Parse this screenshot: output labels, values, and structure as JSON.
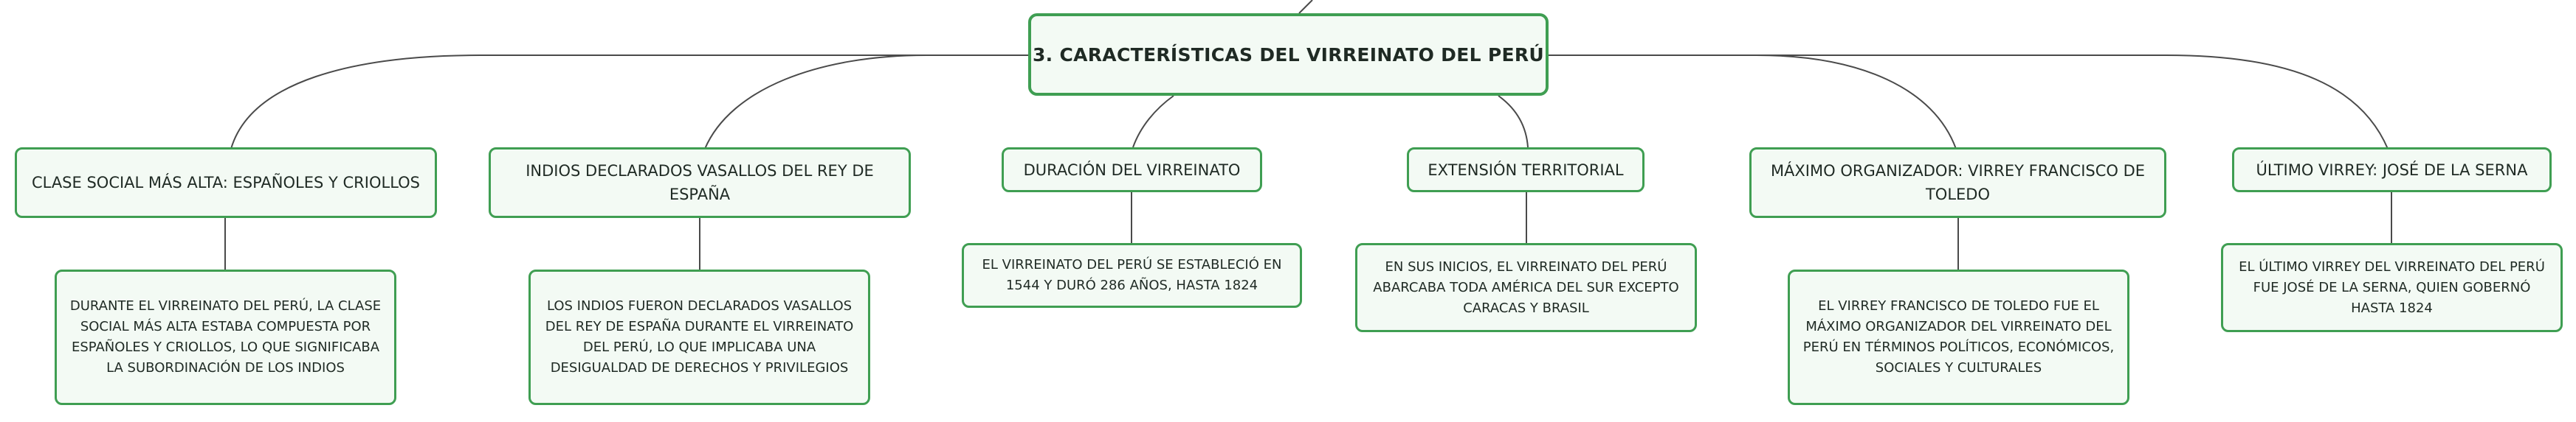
{
  "colors": {
    "border": "#3f9e52",
    "fill": "#f3faf4",
    "line": "#4a4a4a"
  },
  "diagram": {
    "root": "3. CARACTERÍSTICAS DEL VIRREINATO DEL PERÚ",
    "branches": [
      {
        "topic": "CLASE SOCIAL MÁS ALTA: ESPAÑOLES Y CRIOLLOS",
        "detail": "DURANTE EL VIRREINATO DEL PERÚ, LA CLASE SOCIAL MÁS ALTA ESTABA COMPUESTA POR ESPAÑOLES Y CRIOLLOS, LO QUE SIGNIFICABA LA SUBORDINACIÓN DE LOS INDIOS"
      },
      {
        "topic": "INDIOS DECLARADOS VASALLOS DEL REY DE ESPAÑA",
        "detail": "LOS INDIOS FUERON DECLARADOS VASALLOS DEL REY DE ESPAÑA DURANTE EL VIRREINATO DEL PERÚ, LO QUE IMPLICABA UNA DESIGUALDAD DE DERECHOS Y PRIVILEGIOS"
      },
      {
        "topic": "DURACIÓN DEL VIRREINATO",
        "detail": "EL VIRREINATO DEL PERÚ SE ESTABLECIÓ EN 1544 Y DURÓ 286 AÑOS, HASTA 1824"
      },
      {
        "topic": "EXTENSIÓN TERRITORIAL",
        "detail": "EN SUS INICIOS, EL VIRREINATO DEL PERÚ ABARCABA TODA AMÉRICA DEL SUR EXCEPTO CARACAS Y BRASIL"
      },
      {
        "topic": "MÁXIMO ORGANIZADOR: VIRREY FRANCISCO DE TOLEDO",
        "detail": "EL VIRREY FRANCISCO DE TOLEDO FUE EL MÁXIMO ORGANIZADOR DEL VIRREINATO DEL PERÚ EN TÉRMINOS POLÍTICOS, ECONÓMICOS, SOCIALES Y CULTURALES"
      },
      {
        "topic": "ÚLTIMO VIRREY: JOSÉ DE LA SERNA",
        "detail": "EL ÚLTIMO VIRREY DEL VIRREINATO DEL PERÚ FUE JOSÉ DE LA SERNA, QUIEN GOBERNÓ HASTA 1824"
      }
    ]
  }
}
